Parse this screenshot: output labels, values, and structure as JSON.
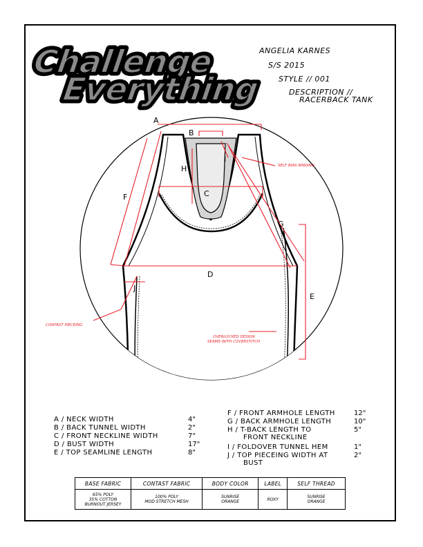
{
  "logo": {
    "line1": "Challenge",
    "line2": "Everything"
  },
  "header": {
    "designer": "ANGELIA KARNES",
    "season": "S/S 2015",
    "style": "STYLE // 001",
    "description_label": "DESCRIPTION //",
    "description_value": "RACERBACK TANK"
  },
  "diagram": {
    "letters": {
      "A": "A",
      "B": "B",
      "C": "C",
      "D": "D",
      "E": "E",
      "F": "F",
      "G": "G",
      "H": "H",
      "I": "I",
      "J": "J"
    },
    "callouts": {
      "self_bias": "SELF BIAS BINDING",
      "contrast": "CONTAST PIECEING",
      "overlocked_1": "OVERLOCKED DESIGN",
      "overlocked_2": "SEAMS WITH COVERSTITCH"
    }
  },
  "specs_left": [
    {
      "label": "A / NECK WIDTH",
      "value": "4\""
    },
    {
      "label": "B / BACK TUNNEL WIDTH",
      "value": "2\""
    },
    {
      "label": "C / FRONT NECKLINE WIDTH",
      "value": "7\""
    },
    {
      "label": "D / BUST WIDTH",
      "value": "17\""
    },
    {
      "label": "E / TOP SEAMLINE LENGTH",
      "value": "8\""
    }
  ],
  "specs_right": [
    {
      "label": "F / FRONT ARMHOLE LENGTH",
      "value": "12\""
    },
    {
      "label": "G / BACK ARMHOLE LENGTH",
      "value": "10\""
    },
    {
      "label": "H / T-BACK LENGTH TO",
      "label2": "FRONT NECKLINE",
      "value": "5\""
    },
    {
      "label": "I / FOLDOVER TUNNEL HEM",
      "value": "1\""
    },
    {
      "label": "J / TOP PIECEING WIDTH AT",
      "label2": "BUST",
      "value": "2\""
    }
  ],
  "table": {
    "headers": [
      "BASE FABRIC",
      "CONTAST FABRIC",
      "BODY COLOR",
      "LABEL",
      "SELF THREAD"
    ],
    "cells": [
      [
        "65% POLY",
        "35% COTTON",
        "BURNOUT JERSEY"
      ],
      [
        "100% POLY",
        "MOD STRETCH MESH"
      ],
      [
        "SUNRISE",
        "ORANGE"
      ],
      [
        "ROXY"
      ],
      [
        "SUNRISE",
        "ORANGE"
      ]
    ]
  },
  "colors": {
    "annotation": "#e8202a",
    "logo_fill": "#8a8a8a",
    "mesh": "#d4d4d4"
  }
}
